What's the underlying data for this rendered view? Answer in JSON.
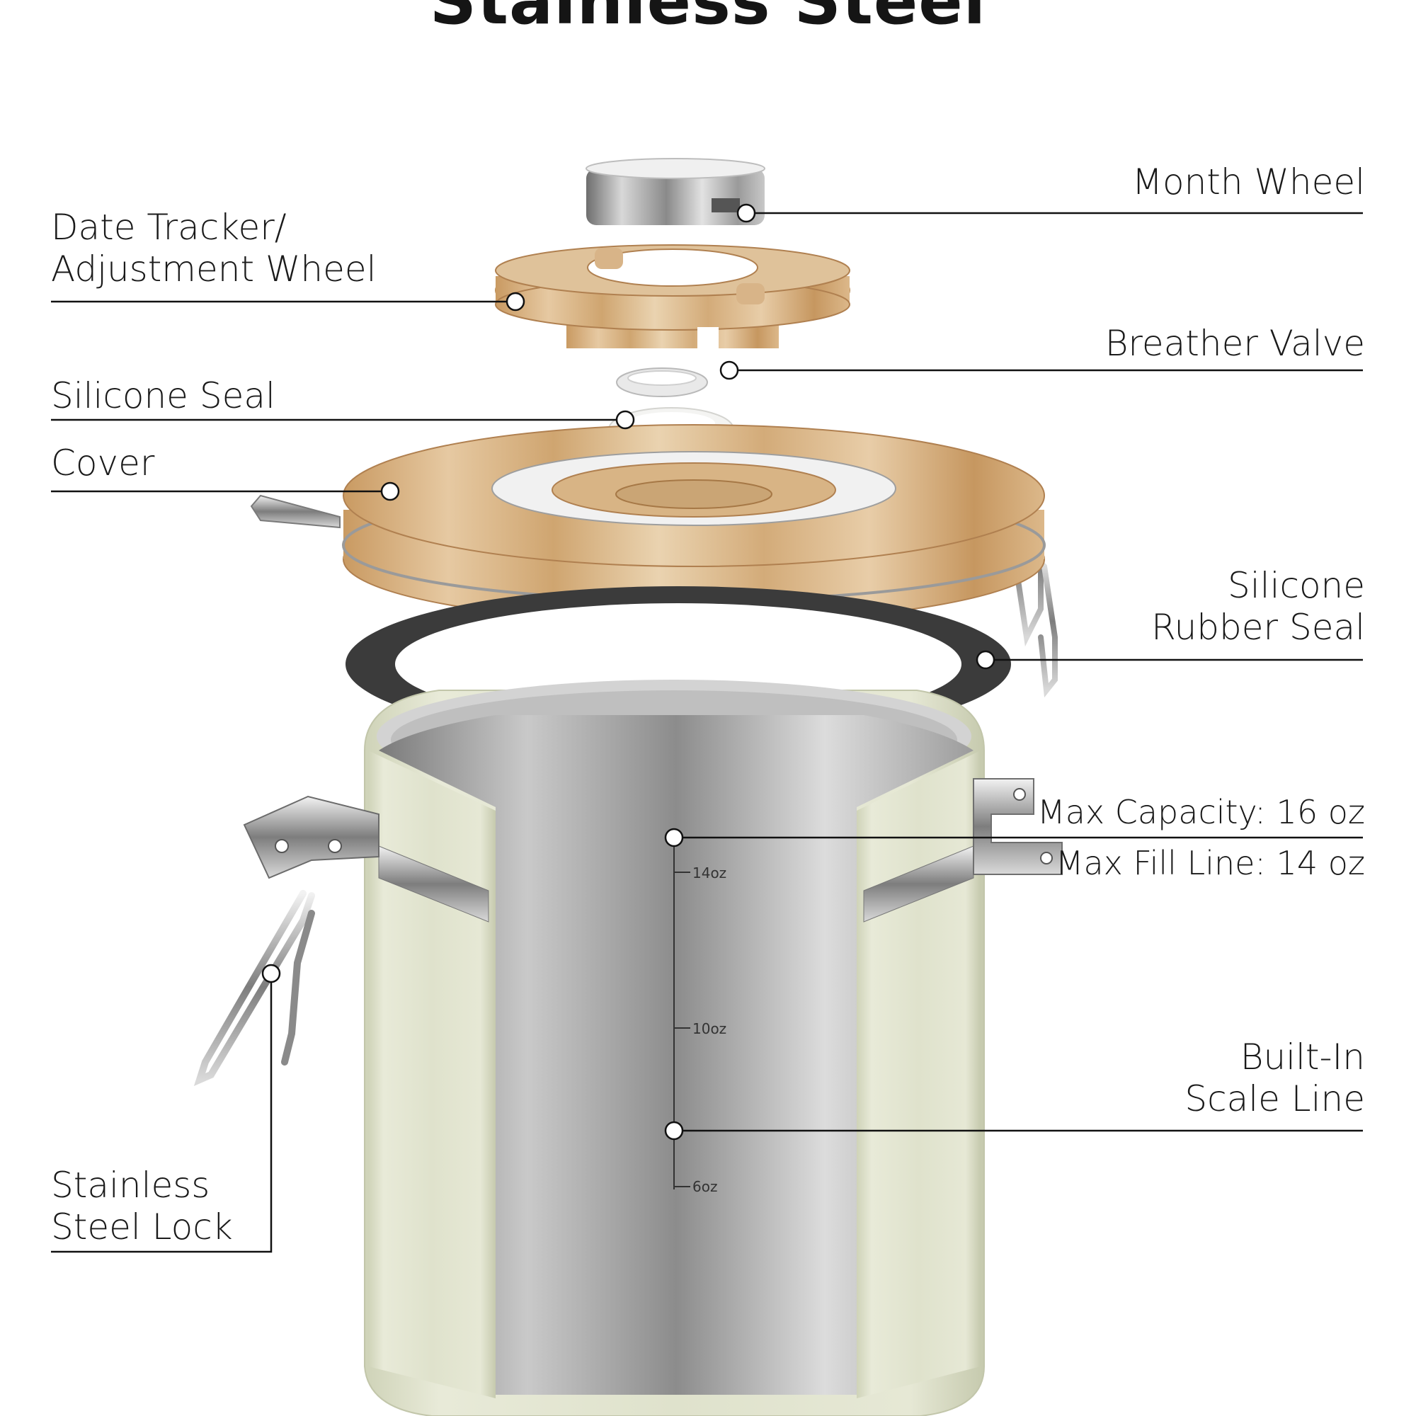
{
  "title": "Stainless Steel",
  "labels": {
    "month_wheel": "Month Wheel",
    "date_tracker_line1": "Date Tracker/",
    "date_tracker_line2": "Adjustment Wheel",
    "breather_valve": "Breather Valve",
    "silicone_seal": "Silicone Seal",
    "cover": "Cover",
    "rubber_seal_line1": "Silicone",
    "rubber_seal_line2": "Rubber Seal",
    "max_capacity": "Max Capacity: 16 oz",
    "max_fill": "Max Fill Line: 14 oz",
    "scale_line1": "Built-In",
    "scale_line2": "Scale Line",
    "lock_line1": "Stainless",
    "lock_line2": "Steel Lock"
  },
  "scale_ticks": [
    "14oz",
    "10oz",
    "6oz"
  ],
  "colors": {
    "text": "#1a1a1a",
    "canister_body": "#dfe2cc",
    "wood": "#d6b48a",
    "steel": "#a8a8a8",
    "gasket": "#3a3a3a"
  }
}
